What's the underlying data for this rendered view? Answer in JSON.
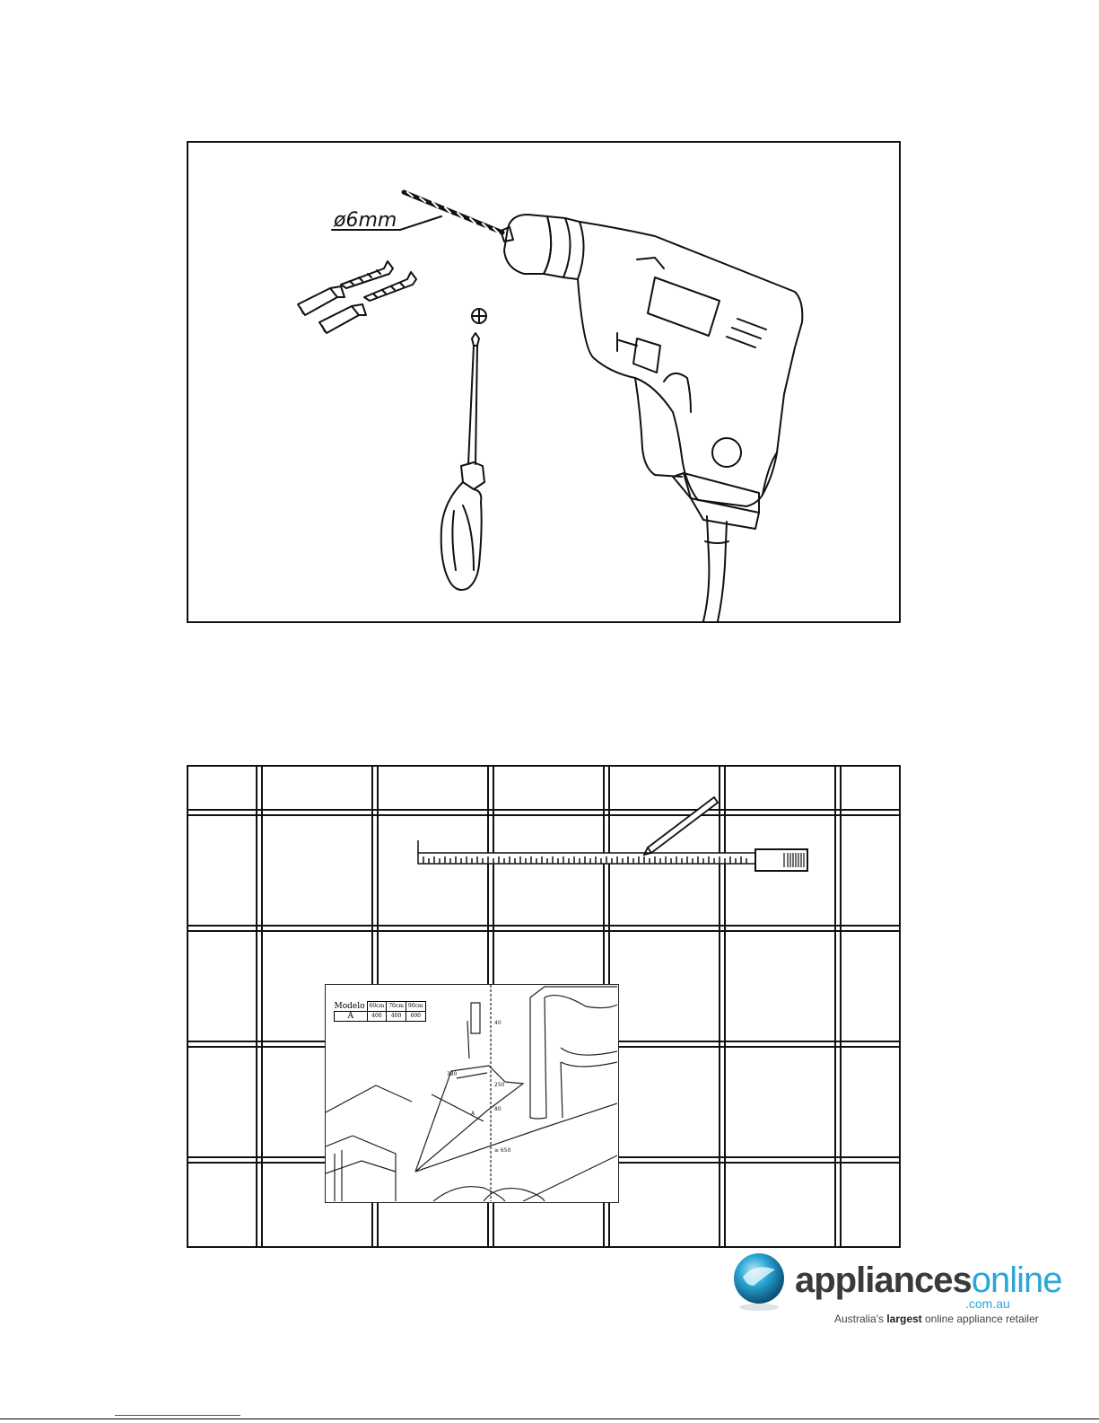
{
  "figure_tools": {
    "drill_bit_label": "ø6mm",
    "items": [
      "drill",
      "drill-bit",
      "wall-plugs",
      "screws",
      "phillips-screwdriver"
    ]
  },
  "figure_wall": {
    "inset": {
      "model_header": "Modelo",
      "columns": [
        "60cm",
        "70cm",
        "90cm"
      ],
      "row_label": "A",
      "row_values": [
        "400",
        "400",
        "600"
      ],
      "dim_labels": [
        "380",
        "250",
        "A",
        "40",
        "80",
        "≥ 650"
      ]
    }
  },
  "logo": {
    "word_bold": "appliances",
    "word_light": "online",
    "domain": ".com.au",
    "tagline_pre": "Australia's ",
    "tagline_bold": "largest",
    "tagline_post": " online appliance retailer"
  }
}
